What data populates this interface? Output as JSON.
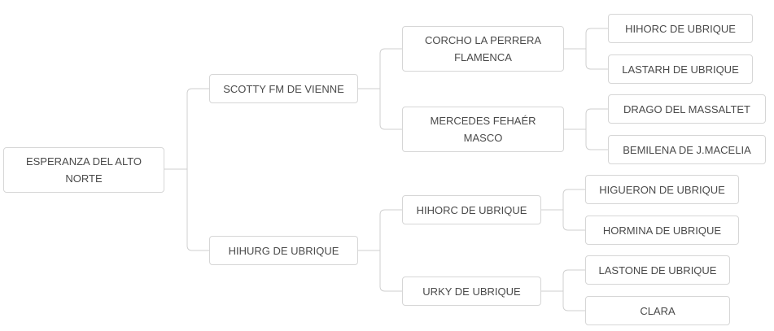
{
  "pedigree": {
    "name": "ESPERANZA DEL ALTO NORTE",
    "sire": {
      "name": "SCOTTY FM DE VIENNE",
      "sire": {
        "name": "CORCHO LA PERRERA FLAMENCA",
        "sire": {
          "name": "HIHORC DE UBRIQUE"
        },
        "dam": {
          "name": "LASTARH DE UBRIQUE"
        }
      },
      "dam": {
        "name": "MERCEDES FEHAÉR MASCO",
        "sire": {
          "name": "DRAGO DEL MASSALTET"
        },
        "dam": {
          "name": "BEMILENA DE J.MACELIA"
        }
      }
    },
    "dam": {
      "name": "HIHURG DE UBRIQUE",
      "sire": {
        "name": "HIHORC DE UBRIQUE",
        "sire": {
          "name": "HIGUERON DE UBRIQUE"
        },
        "dam": {
          "name": "HORMINA DE UBRIQUE"
        }
      },
      "dam": {
        "name": "URKY DE UBRIQUE",
        "sire": {
          "name": "LASTONE DE UBRIQUE"
        },
        "dam": {
          "name": "CLARA"
        }
      }
    }
  },
  "colors": {
    "box_border": "#d6d6d6",
    "connector": "#cfcfcf",
    "text": "#4a4a4a",
    "background": "#ffffff"
  }
}
